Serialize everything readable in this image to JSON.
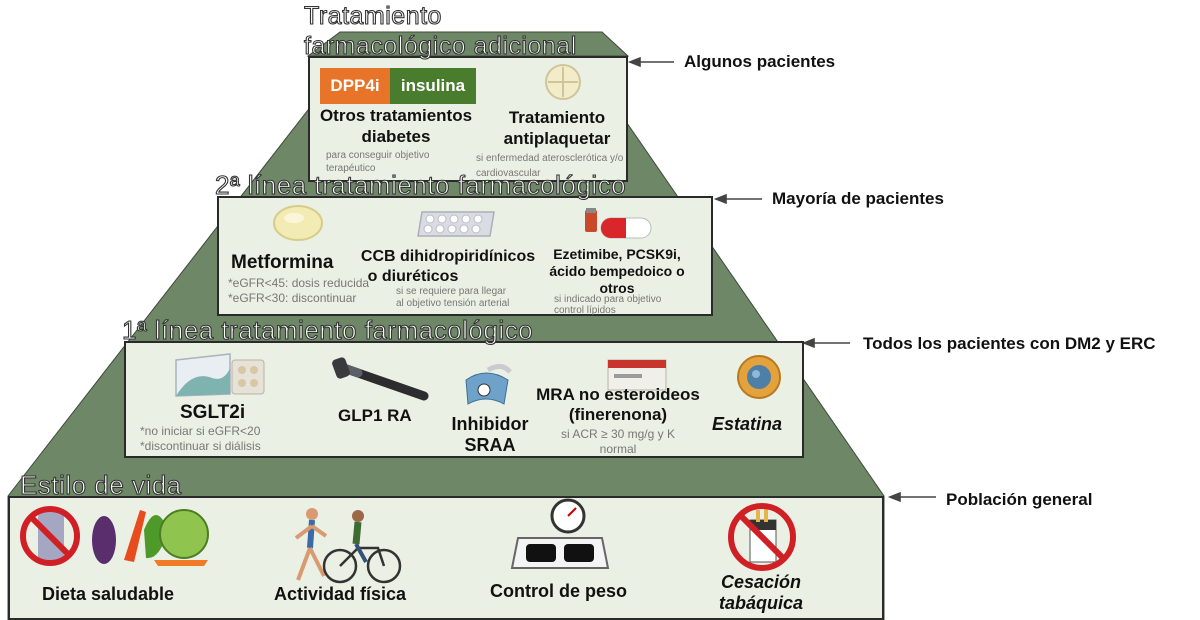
{
  "colors": {
    "pyramid_green": "#6e8767",
    "tier_fill": "#eaf1e4",
    "dpp4i": "#e8742a",
    "insulina": "#4a7c2e"
  },
  "tiers": {
    "top": {
      "title_line1": "Tratamiento",
      "title_line2": "farmacológico adicional",
      "dpp4i_label": "DPP4i",
      "insulina_label": "insulina",
      "otros_title": "Otros tratamientos diabetes",
      "otros_sub": "para conseguir objetivo terapéutico",
      "antiplaq_title": "Tratamiento antiplaquetar",
      "antiplaq_sub": "si enfermedad aterosclerótica y/o cardiovascular",
      "annotation": "Algunos pacientes"
    },
    "second": {
      "title": "2ª línea tratamiento farmacológico",
      "metformina_title": "Metformina",
      "metformina_sub1": "*eGFR<45: dosis reducida",
      "metformina_sub2": "*eGFR<30: discontinuar",
      "ccb_title_line1": "CCB dihidropiridínicos",
      "ccb_title_line2": "o diuréticos",
      "ccb_sub1": "si se requiere para llegar",
      "ccb_sub2": "al objetivo tensión arterial",
      "ezet_title": "Ezetimibe, PCSK9i, ácido bempedoico o otros",
      "ezet_sub1": "si indicado para objetivo",
      "ezet_sub2": "control lípidos",
      "annotation": "Mayoría de pacientes"
    },
    "first": {
      "title": "1ª línea tratamiento farmacológico",
      "sglt2i_title": "SGLT2i",
      "sglt2i_sub1": "*no iniciar si eGFR<20",
      "sglt2i_sub2": "*discontinuar si diálisis",
      "glp1_title": "GLP1 RA",
      "sraa_title_line1": "Inhibidor",
      "sraa_title_line2": "SRAA",
      "mra_title_line1": "MRA no esteroideos",
      "mra_title_line2": "(finerenona)",
      "mra_sub1": "si ACR ≥ 30 mg/g y K",
      "mra_sub2": "normal",
      "estatina_title": "Estatina",
      "annotation": "Todos los pacientes con DM2 y ERC"
    },
    "base": {
      "title": "Estilo de vida",
      "dieta": "Dieta saludable",
      "actividad": "Actividad física",
      "peso": "Control de peso",
      "cesacion_line1": "Cesación",
      "cesacion_line2": "tabáquica",
      "annotation": "Población general"
    }
  },
  "icons": [
    "no-smoking-icon",
    "vegetables-icon",
    "runner-icon",
    "cyclist-icon",
    "scale-icon",
    "pill-icon",
    "blister-pack-icon",
    "capsule-icon",
    "medicine-box-icon",
    "insulin-pen-icon",
    "blood-pressure-cuff-icon",
    "cell-icon",
    "arrow-icon"
  ]
}
